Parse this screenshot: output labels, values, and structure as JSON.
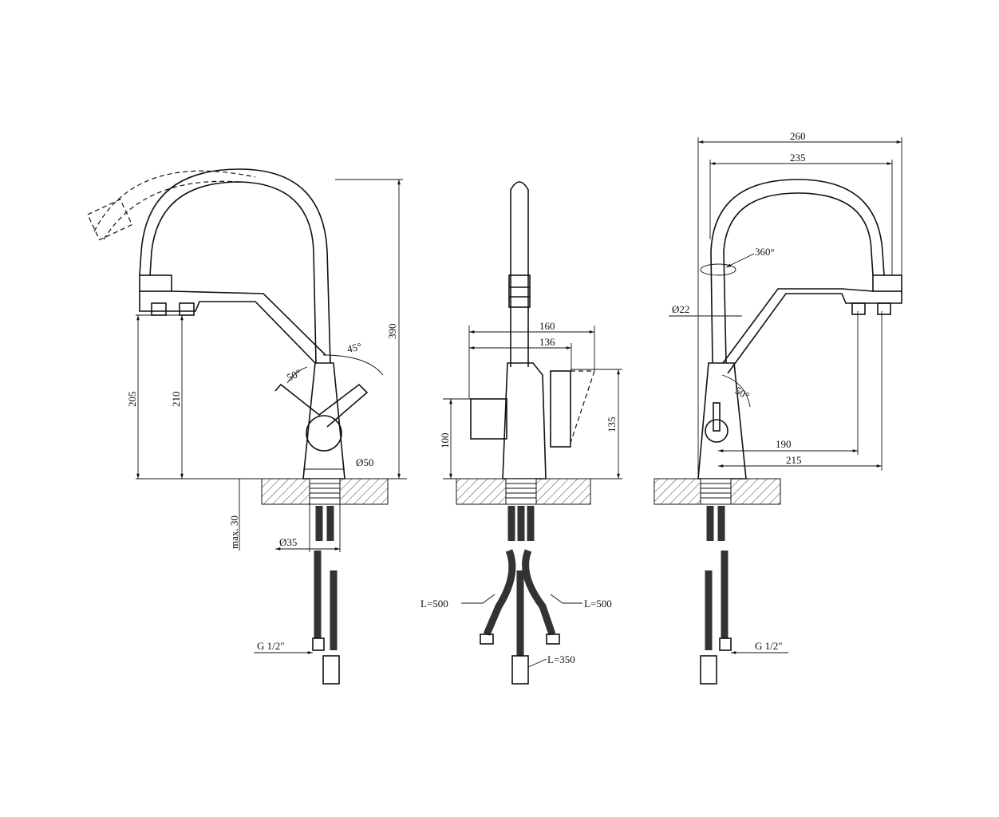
{
  "side_view_left": {
    "height_total": "390",
    "height_handle_left": "205",
    "height_handle_right": "210",
    "angle_handle_1": "45°",
    "angle_handle_2": "50°",
    "base_diameter": "Ø50",
    "max_thickness": "max. 30",
    "hole_diameter": "Ø35",
    "connection": "G 1/2\""
  },
  "front_view": {
    "width_outer": "160",
    "width_inner": "136",
    "height_left": "100",
    "height_right": "135",
    "hose_left": "L=500",
    "hose_right": "L=500",
    "hose_center": "L=350"
  },
  "side_view_right": {
    "reach_outer": "260",
    "reach_inner": "235",
    "rotation": "360°",
    "spout_diameter": "Ø22",
    "angle_handle": "50°",
    "reach_190": "190",
    "reach_215": "215",
    "connection": "G 1/2\""
  }
}
